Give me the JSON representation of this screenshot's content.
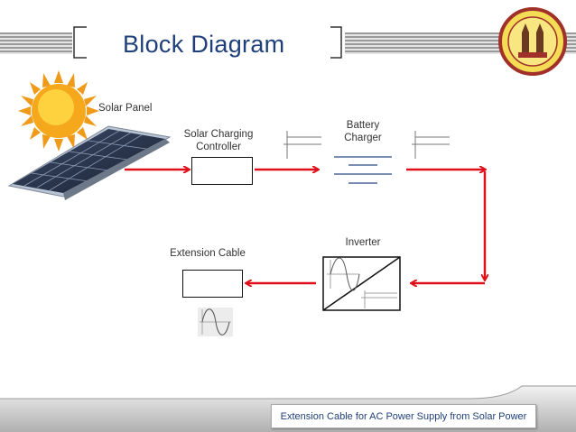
{
  "title": "Block Diagram",
  "labels": {
    "solar_panel": "Solar Panel",
    "charging_controller": "Solar Charging\nController",
    "battery_charger": "Battery\nCharger",
    "inverter": "Inverter",
    "extension_cable": "Extension Cable"
  },
  "footer": "Extension Cable for AC Power Supply from Solar Power",
  "colors": {
    "title": "#1f3f7a",
    "arrow": "#e0101a",
    "footer_text": "#1f3f7a"
  },
  "icons": [
    "sun-icon",
    "solar-panel-icon",
    "university-logo-icon",
    "dc-waveform-icon",
    "ac-sine-wave-icon",
    "inverter-symbol-icon"
  ]
}
